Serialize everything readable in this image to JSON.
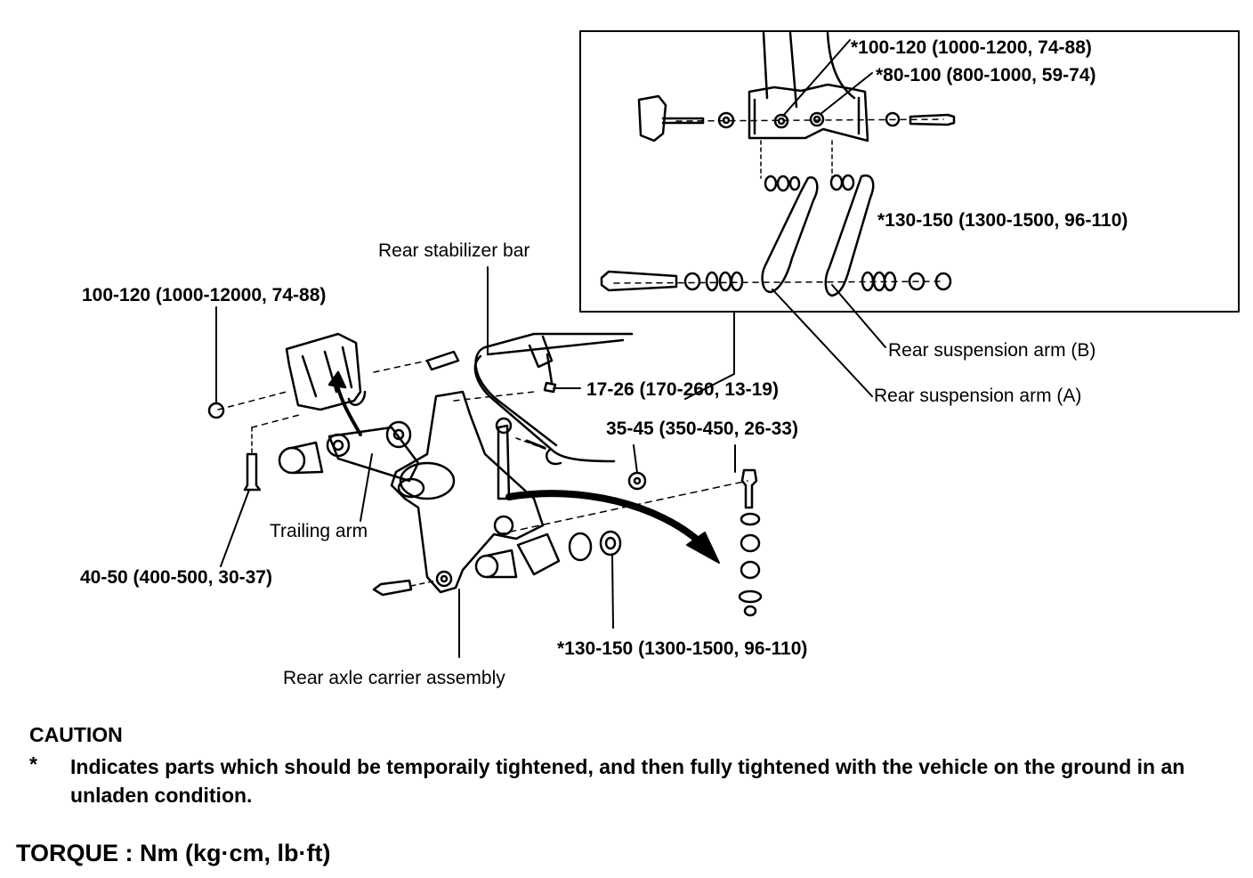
{
  "labels": {
    "rear_stabilizer_bar": "Rear stabilizer bar",
    "trailing_arm": "Trailing arm",
    "rear_axle_carrier_assembly": "Rear axle carrier assembly",
    "rear_suspension_arm_b": "Rear suspension arm (B)",
    "rear_suspension_arm_a": "Rear suspension arm (A)"
  },
  "torque_values": {
    "upper_arm_bolt_1": "*100-120 (1000-1200, 74-88)",
    "upper_arm_bolt_2": "*80-100 (800-1000, 59-74)",
    "arm_inner_nut": "*130-150 (1300-1500, 96-110)",
    "trailing_arm_bracket_nut": "100-120 (1000-12000, 74-88)",
    "stabilizer_bracket_bolt": "17-26 (170-260, 13-19)",
    "stabilizer_link_nut": "35-45 (350-450, 26-33)",
    "trailing_arm_bracket_bolt": "40-50 (400-500, 30-37)",
    "carrier_arm_nut": "*130-150 (1300-1500, 96-110)"
  },
  "caution": {
    "title": "CAUTION",
    "marker": "*",
    "text": "Indicates parts which should be temporaily tightened, and then fully tightened with the vehicle on the ground in an unladen condition."
  },
  "torque_units": "TORQUE : Nm (kg·cm, lb·ft)"
}
